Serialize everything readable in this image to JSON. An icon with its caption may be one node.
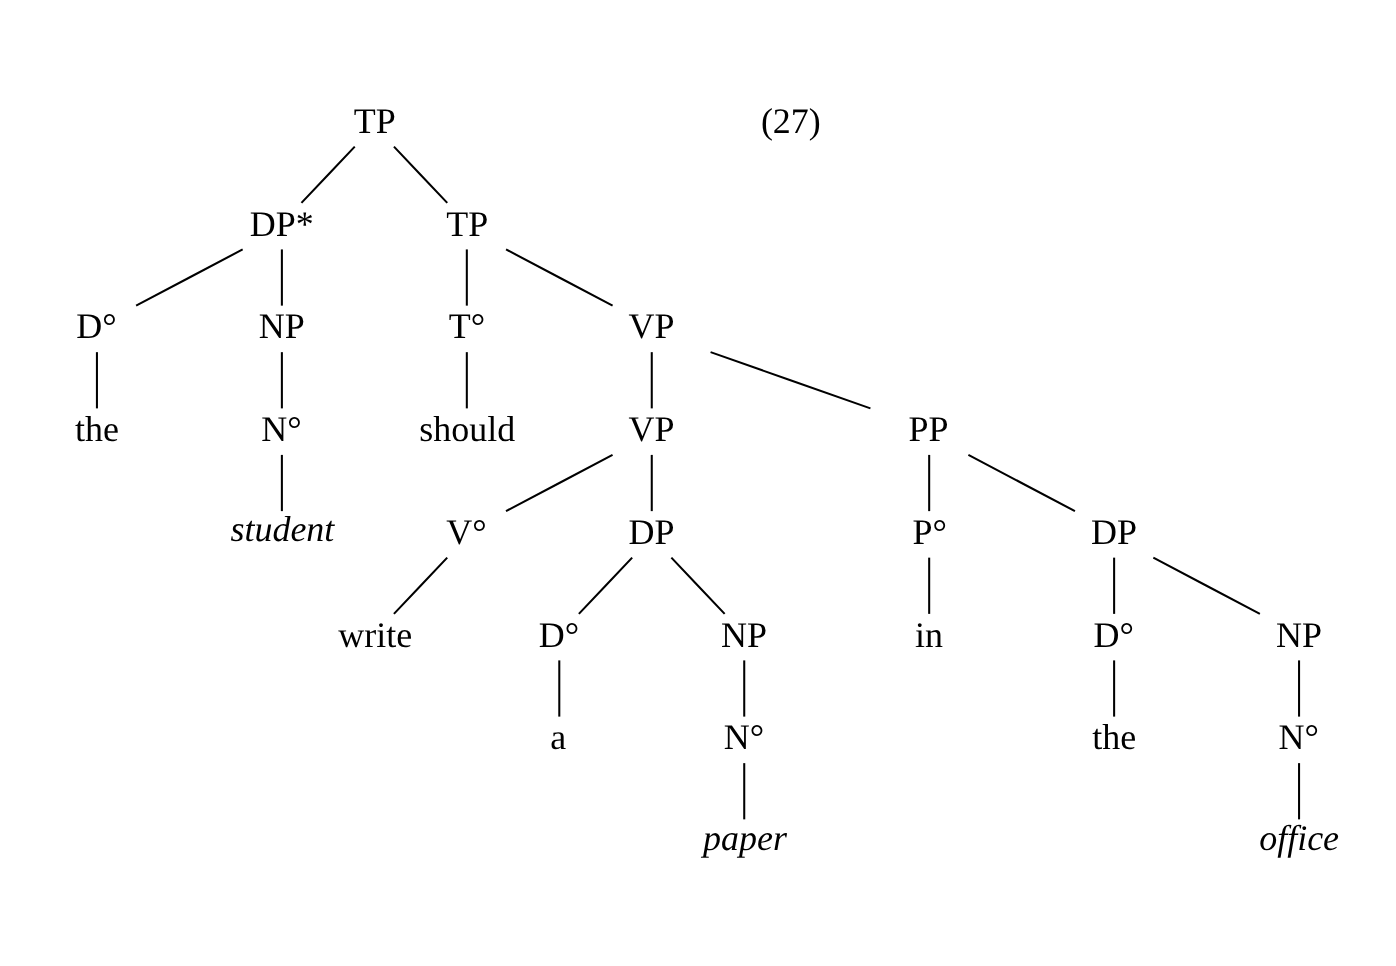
{
  "diagram": {
    "nodes": [
      {
        "text": [
          "TP"
        ]
      },
      {
        "text": [
          "DP*"
        ]
      },
      {
        "text": [
          "TP"
        ]
      },
      {
        "text": [
          "D°"
        ]
      },
      {
        "text": [
          "NP"
        ]
      },
      {
        "text": [
          "T°"
        ]
      },
      {
        "text": [
          "VP"
        ]
      },
      {
        "text": [
          "the"
        ]
      },
      {
        "text": [
          "N°"
        ]
      },
      {
        "text": [
          "should"
        ]
      },
      {
        "text": [
          "VP"
        ]
      },
      {
        "text": [
          "PP"
        ]
      },
      {
        "text": [
          "student"
        ]
      },
      {
        "text": [
          "V°"
        ]
      },
      {
        "text": [
          "DP"
        ]
      },
      {
        "text": [
          "P°"
        ]
      },
      {
        "text": [
          "DP"
        ]
      },
      {
        "text": [
          "write"
        ]
      },
      {
        "text": [
          "D°"
        ]
      },
      {
        "text": [
          "NP"
        ]
      },
      {
        "text": [
          "in"
        ]
      },
      {
        "text": [
          "D°"
        ]
      },
      {
        "text": [
          "NP"
        ]
      },
      {
        "text": [
          "a"
        ]
      },
      {
        "text": [
          "N°"
        ]
      },
      {
        "text": [
          "the"
        ]
      },
      {
        "text": [
          "N°"
        ]
      },
      {
        "text": [
          "paper"
        ]
      },
      {
        "text": [
          "office"
        ]
      }
    ],
    "edges": [
      {
        "from": 0,
        "to": 1,
        "arrow": "none"
      },
      {
        "from": 0,
        "to": 2,
        "arrow": "none"
      },
      {
        "from": 1,
        "to": 3,
        "arrow": "none"
      },
      {
        "from": 1,
        "to": 4,
        "arrow": "none"
      },
      {
        "from": 3,
        "to": 7,
        "arrow": "none"
      },
      {
        "from": 4,
        "to": 8,
        "arrow": "none"
      },
      {
        "from": 8,
        "to": 12,
        "arrow": "none"
      },
      {
        "from": 2,
        "to": 5,
        "arrow": "none"
      },
      {
        "from": 2,
        "to": 6,
        "arrow": "none"
      },
      {
        "from": 5,
        "to": 9,
        "arrow": "none"
      },
      {
        "from": 6,
        "to": 10,
        "arrow": "none"
      },
      {
        "from": 6,
        "to": 11,
        "arrow": "none"
      },
      {
        "from": 10,
        "to": 13,
        "arrow": "none"
      },
      {
        "from": 10,
        "to": 14,
        "arrow": "none"
      },
      {
        "from": 13,
        "to": 17,
        "arrow": "none"
      },
      {
        "from": 14,
        "to": 18,
        "arrow": "none"
      },
      {
        "from": 14,
        "to": 19,
        "arrow": "none"
      },
      {
        "from": 18,
        "to": 23,
        "arrow": "none"
      },
      {
        "from": 19,
        "to": 24,
        "arrow": "none"
      },
      {
        "from": 24,
        "to": 27,
        "arrow": "none"
      },
      {
        "from": 11,
        "to": 15,
        "arrow": "none"
      },
      {
        "from": 11,
        "to": 16,
        "arrow": "none"
      },
      {
        "from": 15,
        "to": 20,
        "arrow": "none"
      },
      {
        "from": 16,
        "to": 21,
        "arrow": "none"
      },
      {
        "from": 16,
        "to": 22,
        "arrow": "none"
      },
      {
        "from": 21,
        "to": 25,
        "arrow": "none"
      },
      {
        "from": 22,
        "to": 26,
        "arrow": "none"
      },
      {
        "from": 26,
        "to": 28,
        "arrow": "none"
      }
    ],
    "labels": [
      "(27)"
    ]
  }
}
